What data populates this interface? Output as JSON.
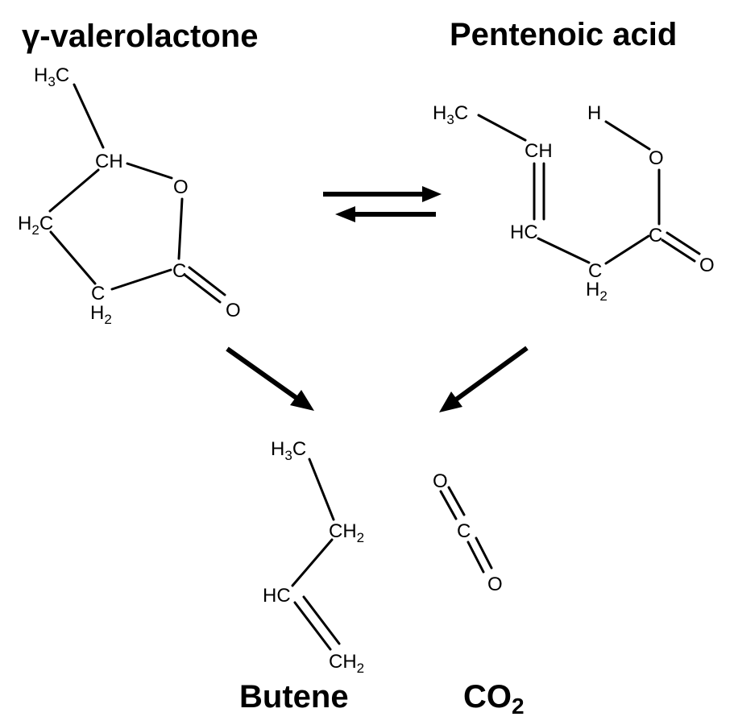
{
  "titles": {
    "gvl": "γ-valerolactone",
    "pentenoic": "Pentenoic acid",
    "butene": "Butene",
    "co2_main": "CO",
    "co2_sub": "2"
  },
  "gvl": {
    "ch3_main": "H",
    "ch3_sub": "3",
    "ch3_end": "C",
    "ch": "CH",
    "o_ring": "O",
    "ch2_main": "H",
    "ch2_sub": "2",
    "ch2_end": "C",
    "c_bottom": "C",
    "h2_bottom_main": "H",
    "h2_bottom_sub": "2",
    "carbonyl_c": "C",
    "carbonyl_o": "O"
  },
  "pentenoic": {
    "ch3_main": "H",
    "ch3_sub": "3",
    "ch3_end": "C",
    "h": "H",
    "ch": "CH",
    "o_h": "O",
    "hc": "HC",
    "carbonyl_c": "C",
    "carbonyl_o": "O",
    "c_bottom": "C",
    "h2_bottom_main": "H",
    "h2_bottom_sub": "2"
  },
  "butene": {
    "ch3_main": "H",
    "ch3_sub": "3",
    "ch3_end": "C",
    "ch2_main": "CH",
    "ch2_sub": "2",
    "hc": "HC",
    "ch2b_main": "CH",
    "ch2b_sub": "2"
  },
  "co2": {
    "o_top": "O",
    "c": "C",
    "o_bottom": "O"
  }
}
